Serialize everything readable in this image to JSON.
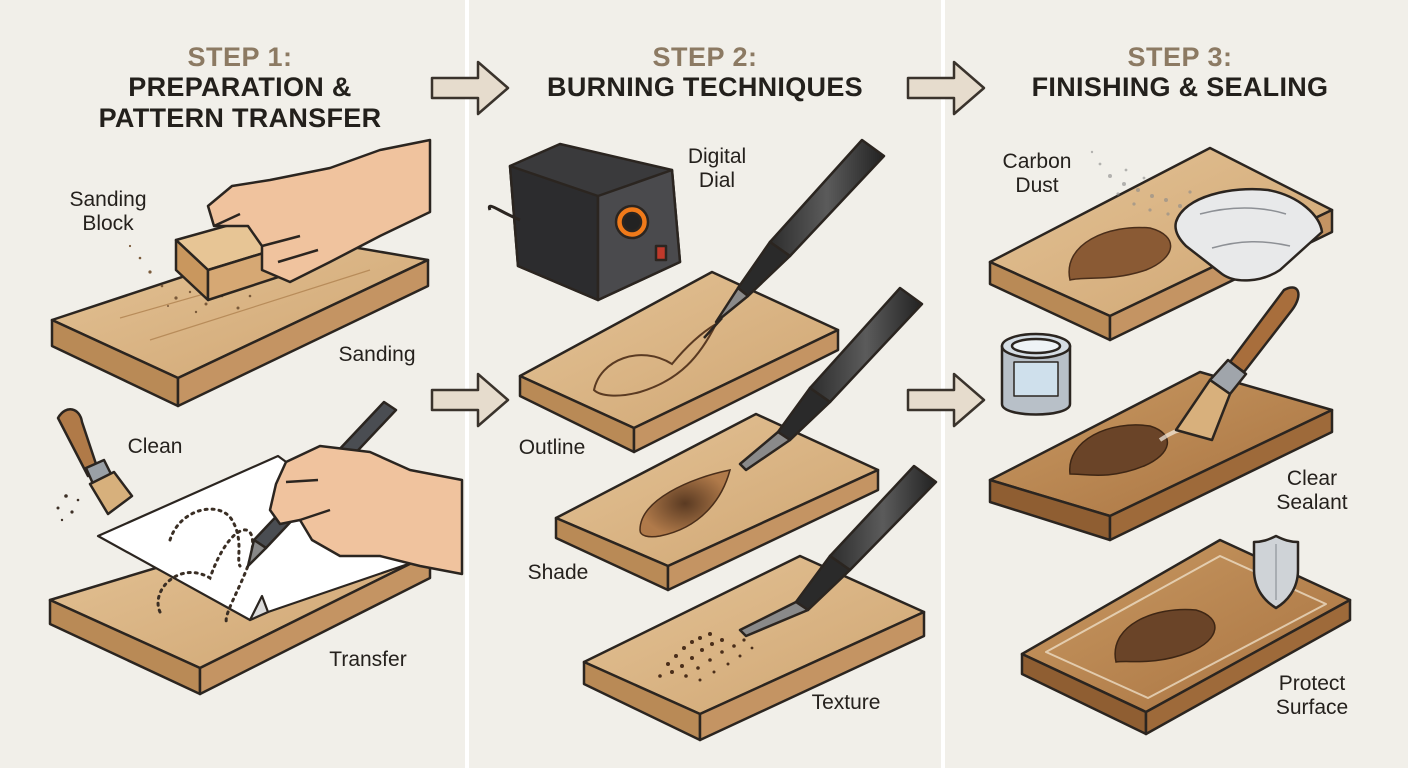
{
  "steps": [
    {
      "number": "STEP 1:",
      "title_line1": "PREPARATION &",
      "title_line2": "PATTERN TRANSFER",
      "labels": {
        "sanding_block_1": "Sanding",
        "sanding_block_2": "Block",
        "sanding": "Sanding",
        "clean": "Clean",
        "transfer": "Transfer"
      }
    },
    {
      "number": "STEP 2:",
      "title_line1": "BURNING TECHNIQUES",
      "labels": {
        "digital_dial_1": "Digital",
        "digital_dial_2": "Dial",
        "outline": "Outline",
        "shade": "Shade",
        "texture": "Texture"
      }
    },
    {
      "number": "STEP 3:",
      "title_line1": "FINISHING & SEALING",
      "labels": {
        "carbon_dust_1": "Carbon",
        "carbon_dust_2": "Dust",
        "clear_sealant_1": "Clear",
        "clear_sealant_2": "Sealant",
        "protect_surface_1": "Protect",
        "protect_surface_2": "Surface"
      }
    }
  ],
  "colors": {
    "wood_top": "#d9b384",
    "wood_side": "#b98a56",
    "outline": "#2b2520",
    "arrow_fill": "#e6dccd",
    "burn": "#6b4a30",
    "skin": "#f0c39e"
  }
}
